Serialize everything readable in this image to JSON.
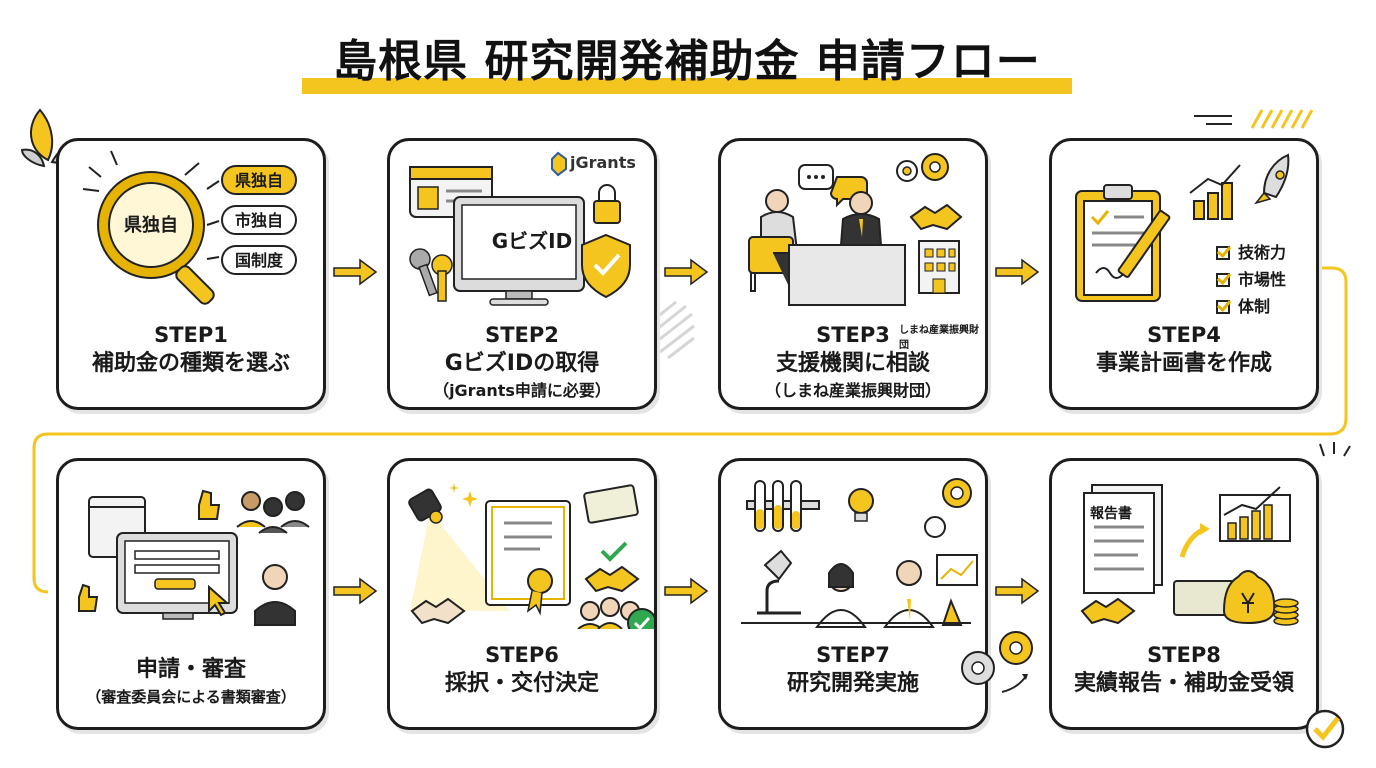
{
  "title": "島根県 研究開発補助金 申請フロー",
  "colors": {
    "accent": "#f4c51f",
    "ink": "#1d1d1d",
    "gray": "#9a9a9a"
  },
  "steps": [
    {
      "step": "STEP1",
      "name": "補助金の種類を選ぶ",
      "note": "",
      "icon": "magnifier-icon",
      "magnifier_label": "県独自",
      "options": [
        "県独自",
        "市独自",
        "国制度"
      ]
    },
    {
      "step": "STEP2",
      "name": "GビズIDの取得",
      "note": "（jGrants申請に必要）",
      "icon": "computer-lock-icon",
      "screen_label": "GビズID",
      "brand": "jGrants"
    },
    {
      "step": "STEP3",
      "name": "支援機関に相談",
      "note": "（しまね産業振興財団）",
      "icon": "consultation-icon",
      "building_label": "しまね産業振興財団"
    },
    {
      "step": "STEP4",
      "name": "事業計画書を作成",
      "note": "",
      "icon": "business-plan-icon",
      "checklist": [
        "技術力",
        "市場性",
        "体制"
      ]
    },
    {
      "step": "",
      "name": "申請・審査",
      "note": "（審査委員会による書類審査）",
      "icon": "application-review-icon"
    },
    {
      "step": "STEP6",
      "name": "採択・交付決定",
      "note": "",
      "icon": "certificate-icon"
    },
    {
      "step": "STEP7",
      "name": "研究開発実施",
      "note": "",
      "icon": "laboratory-icon"
    },
    {
      "step": "STEP8",
      "name": "実績報告・補助金受領",
      "note": "",
      "icon": "report-money-icon",
      "report_label": "報告書"
    }
  ]
}
